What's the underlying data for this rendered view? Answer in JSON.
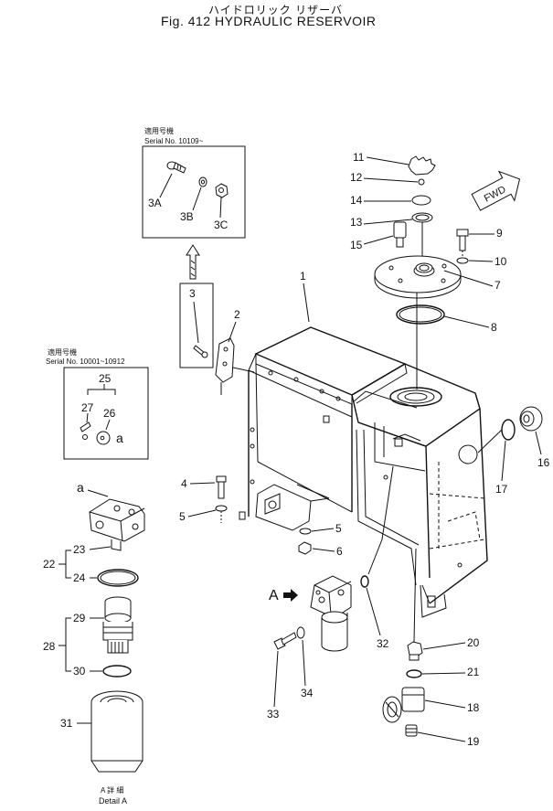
{
  "title": {
    "japanese": "ハイドロリック リザーバ",
    "english": "Fig. 412 HYDRAULIC RESERVOIR"
  },
  "box_top": {
    "label_jp": "適用号機",
    "serial": "Serial No. 10109~",
    "parts": [
      "3A",
      "3B",
      "3C"
    ]
  },
  "box_left": {
    "label_jp": "適用号機",
    "serial": "Serial No. 10001~10912",
    "parts": [
      "25",
      "27",
      "26",
      "a"
    ]
  },
  "fwd_label": "FWD",
  "detail": {
    "label_jp": "A 詳 細",
    "label": "Detail A",
    "arrow_letter": "A",
    "ref_letter": "a"
  },
  "callouts": {
    "c1": "1",
    "c2": "2",
    "c3": "3",
    "c4": "4",
    "c5a": "5",
    "c5b": "5",
    "c6": "6",
    "c7": "7",
    "c8": "8",
    "c9": "9",
    "c10": "10",
    "c11": "11",
    "c12": "12",
    "c13": "13",
    "c14": "14",
    "c15": "15",
    "c16": "16",
    "c17": "17",
    "c18": "18",
    "c19": "19",
    "c20": "20",
    "c21": "21",
    "c22": "22",
    "c23": "23",
    "c24": "24",
    "c28": "28",
    "c29": "29",
    "c30": "30",
    "c31": "31",
    "c32": "32",
    "c33": "33",
    "c34": "34"
  }
}
